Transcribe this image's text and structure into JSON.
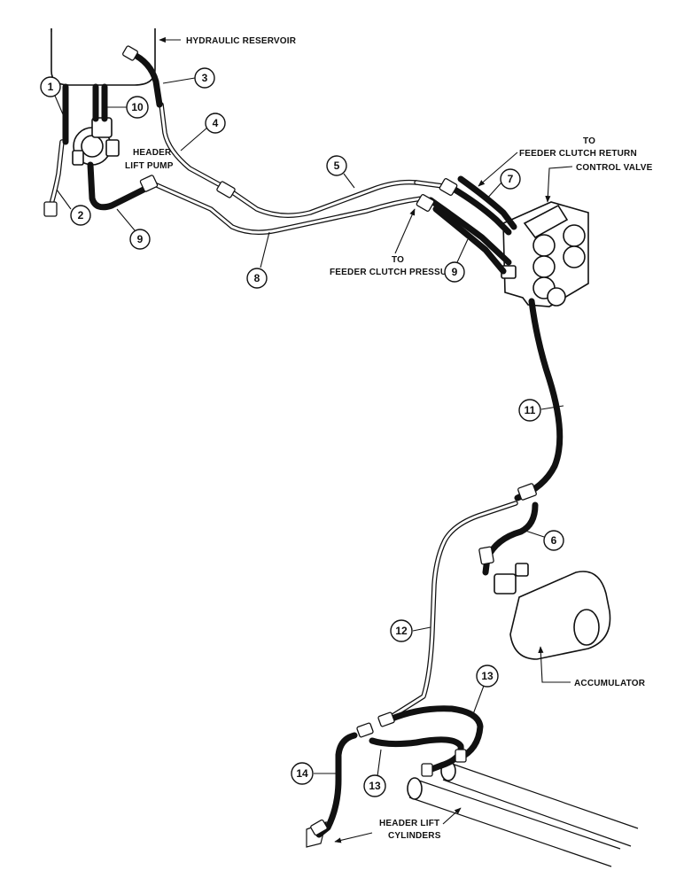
{
  "labels": {
    "hydraulic_reservoir": "HYDRAULIC RESERVOIR",
    "header_lift_pump_line1": "HEADER",
    "header_lift_pump_line2": "LIFT PUMP",
    "feeder_clutch_return_line1": "TO",
    "feeder_clutch_return_line2": "FEEDER CLUTCH RETURN",
    "control_valve": "CONTROL VALVE",
    "feeder_clutch_pressure_line1": "TO",
    "feeder_clutch_pressure_line2": "FEEDER CLUTCH PRESSURE",
    "accumulator": "ACCUMULATOR",
    "header_lift_cylinders_line1": "HEADER LIFT",
    "header_lift_cylinders_line2": "CYLINDERS"
  },
  "callouts": {
    "c1": "1",
    "c2": "2",
    "c3": "3",
    "c4": "4",
    "c5": "5",
    "c6": "6",
    "c7": "7",
    "c8": "8",
    "c9a": "9",
    "c9b": "9",
    "c10": "10",
    "c11": "11",
    "c12": "12",
    "c13a": "13",
    "c13b": "13",
    "c14": "14"
  }
}
